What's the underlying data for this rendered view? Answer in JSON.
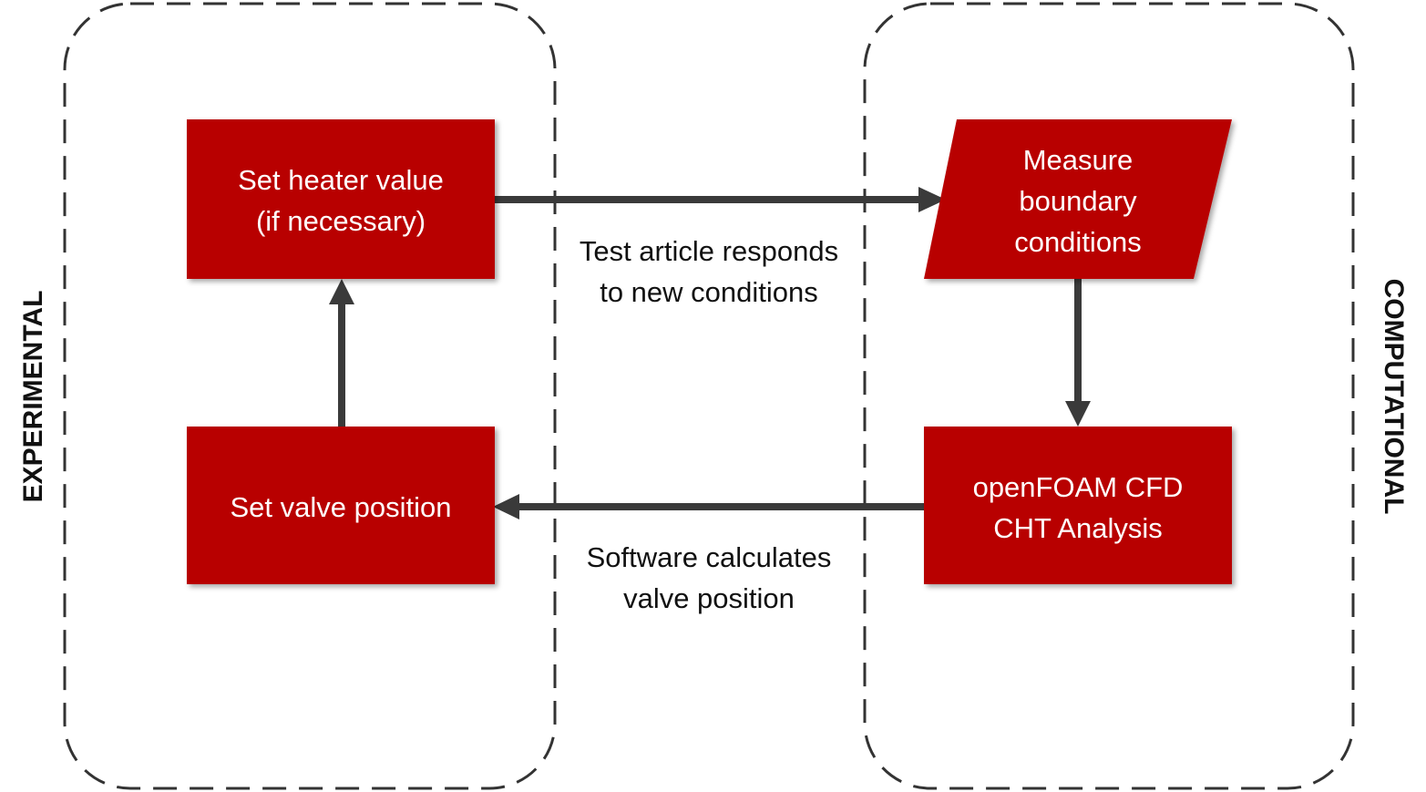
{
  "regions": {
    "experimental": {
      "label": "EXPERIMENTAL"
    },
    "computational": {
      "label": "COMPUTATIONAL"
    }
  },
  "nodes": {
    "heater": {
      "lines": [
        "Set heater value",
        "(if necessary)"
      ]
    },
    "measure": {
      "lines": [
        "Measure",
        "boundary",
        "conditions"
      ]
    },
    "cfd": {
      "lines": [
        "openFOAM CFD",
        "CHT Analysis"
      ]
    },
    "valve": {
      "lines": [
        "Set valve position"
      ]
    }
  },
  "edges": {
    "heater_to_measure": {
      "lines": [
        "Test article responds",
        "to new conditions"
      ]
    },
    "cfd_to_valve": {
      "lines": [
        "Software calculates",
        "valve position"
      ]
    }
  },
  "colors": {
    "node_fill": "#b80000",
    "arrow": "#3a3a3a",
    "border": "#333333"
  }
}
